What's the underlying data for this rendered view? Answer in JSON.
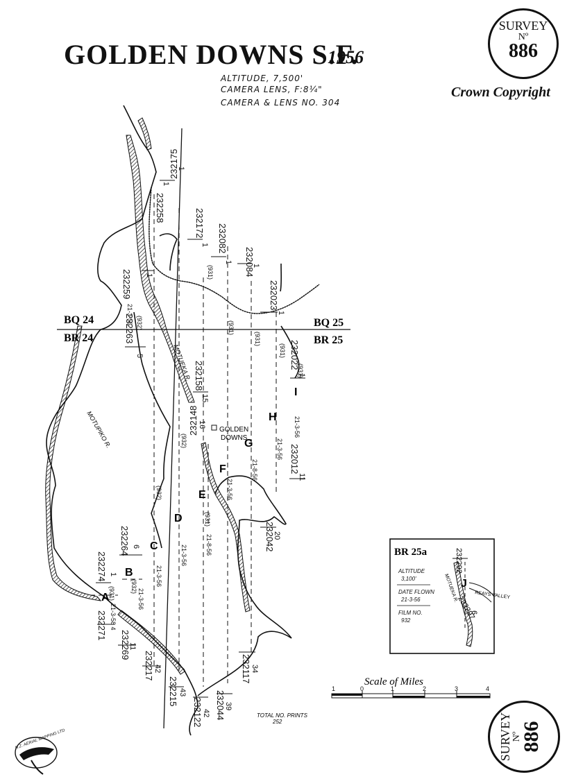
{
  "header": {
    "title": "GOLDEN DOWNS S.F.",
    "year": "1956",
    "altitude": "ALTITUDE, 7,500'",
    "camera_lens": "CAMERA LENS, F:8¼\"",
    "camera_no": "CAMERA & LENS NO. 304",
    "copyright": "Crown Copyright"
  },
  "badge": {
    "word": "SURVEY",
    "no": "Nº",
    "number": "886"
  },
  "emblem": {
    "text": "N.Z. AERIAL MAPPING LTD"
  },
  "sheets": {
    "bq24": "BQ 24",
    "br24": "BR 24",
    "bq25": "BQ 25",
    "br25": "BR 25"
  },
  "runs": [
    "A",
    "B",
    "C",
    "D",
    "E",
    "F",
    "G",
    "H",
    "I"
  ],
  "numbers": {
    "n232175": "232175",
    "n232258": "232258",
    "n232172": "232172",
    "n232082": "232082",
    "n232084": "232084",
    "n232023": "232023",
    "n232259": "232259",
    "n232263": "232263",
    "n232022": "232022",
    "n232158": "232158",
    "n232148": "232148",
    "n232012": "232012",
    "n232042": "232042",
    "n232264": "232264",
    "n232274": "232274",
    "n232271": "232271",
    "n232269": "232269",
    "n232217": "232217",
    "n232215": "232215",
    "n232122": "232122",
    "n232044": "232044",
    "n232117": "232117",
    "n232292": "232292",
    "n232297": "232297"
  },
  "counts": {
    "c1a": "1",
    "c1b": "1",
    "c1c": "1",
    "c1d": "1",
    "c1e": "1",
    "c1f": "1",
    "c1g": "1",
    "c1h": "1",
    "c1i": "1",
    "c5": "5",
    "c15": "15",
    "c16": "16",
    "c11": "11",
    "c20": "20",
    "c6": "6",
    "c11b": "11",
    "c42": "42",
    "c43": "43",
    "c42b": "42",
    "c39": "39",
    "c34": "34",
    "c6b": "6"
  },
  "films": {
    "f931": "(931)",
    "f932": "(932)"
  },
  "dates": {
    "d1": "21-3-56",
    "d2": "21-8-56",
    "d3": "21-3-58 4"
  },
  "places": {
    "golden_downs": [
      "GOLDEN",
      "DOWNS"
    ],
    "motueka": "MOTUEKA R.",
    "motupiko": "MOTUPIKO R.",
    "reays": "REAYS VALLEY"
  },
  "inset": {
    "title": "BR 25a",
    "altitude_label": "ALTITUDE",
    "altitude": "3,100'",
    "date_label": "DATE FLOWN",
    "date": "21-3-56",
    "film_label": "FILM NO.",
    "film": "932",
    "run": "J"
  },
  "scale": {
    "title": "Scale of Miles",
    "ticks": [
      "1",
      "0",
      "1",
      "2",
      "3",
      "4"
    ]
  },
  "footer": {
    "total_label": "TOTAL NO. PRINTS",
    "total": "252"
  }
}
